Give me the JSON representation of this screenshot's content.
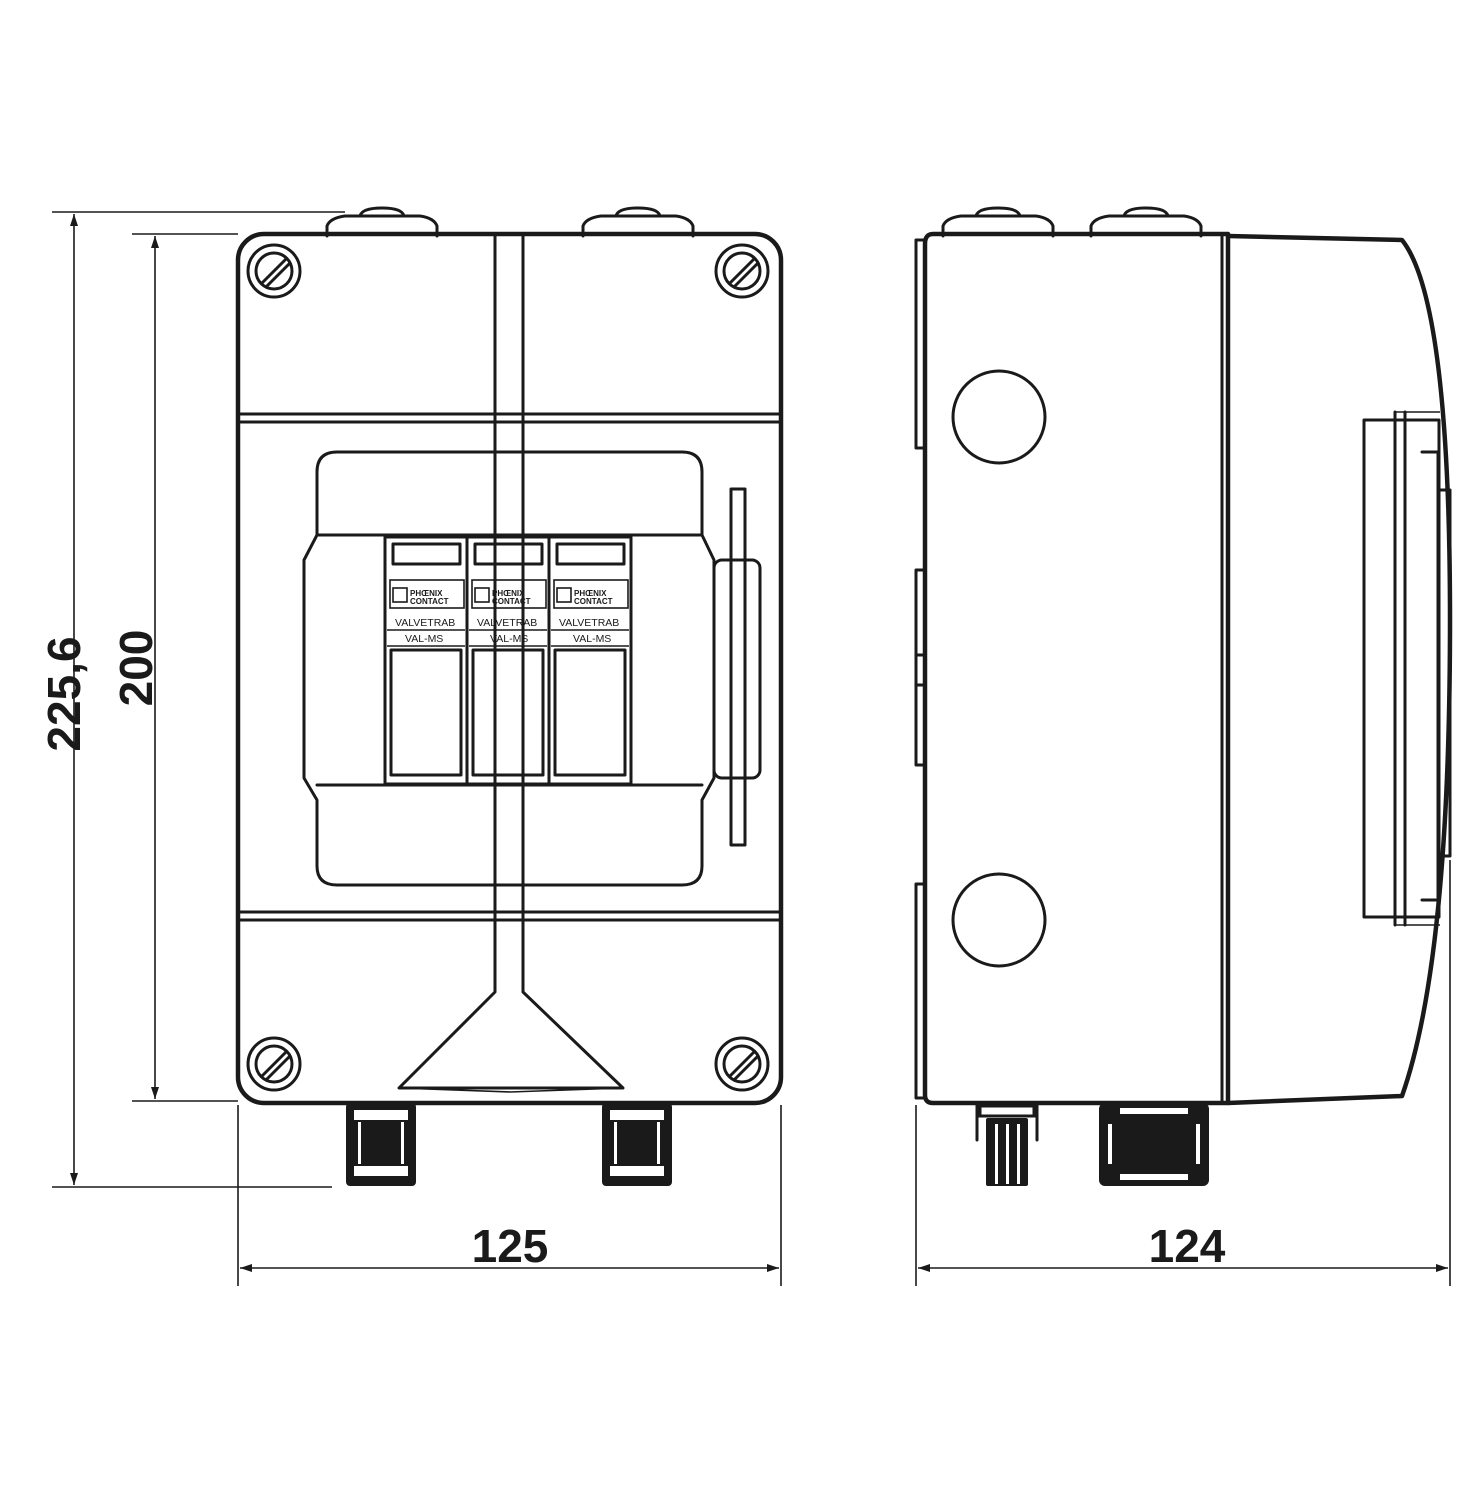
{
  "dimensions": {
    "overall_height": "225,6",
    "body_height": "200",
    "front_width": "125",
    "side_depth": "124"
  },
  "modules": [
    {
      "brand": "PHŒNIX",
      "brand2": "CONTACT",
      "series": "VALVETRAB",
      "type": "VAL-MS"
    },
    {
      "brand": "PHŒNIX",
      "brand2": "CONTACT",
      "series": "VALVETRAB",
      "type": "VAL-MS"
    },
    {
      "brand": "PHŒNIX",
      "brand2": "CONTACT",
      "series": "VALVETRAB",
      "type": "VAL-MS"
    }
  ],
  "colors": {
    "line": "#1a1a1a",
    "background": "#ffffff"
  }
}
